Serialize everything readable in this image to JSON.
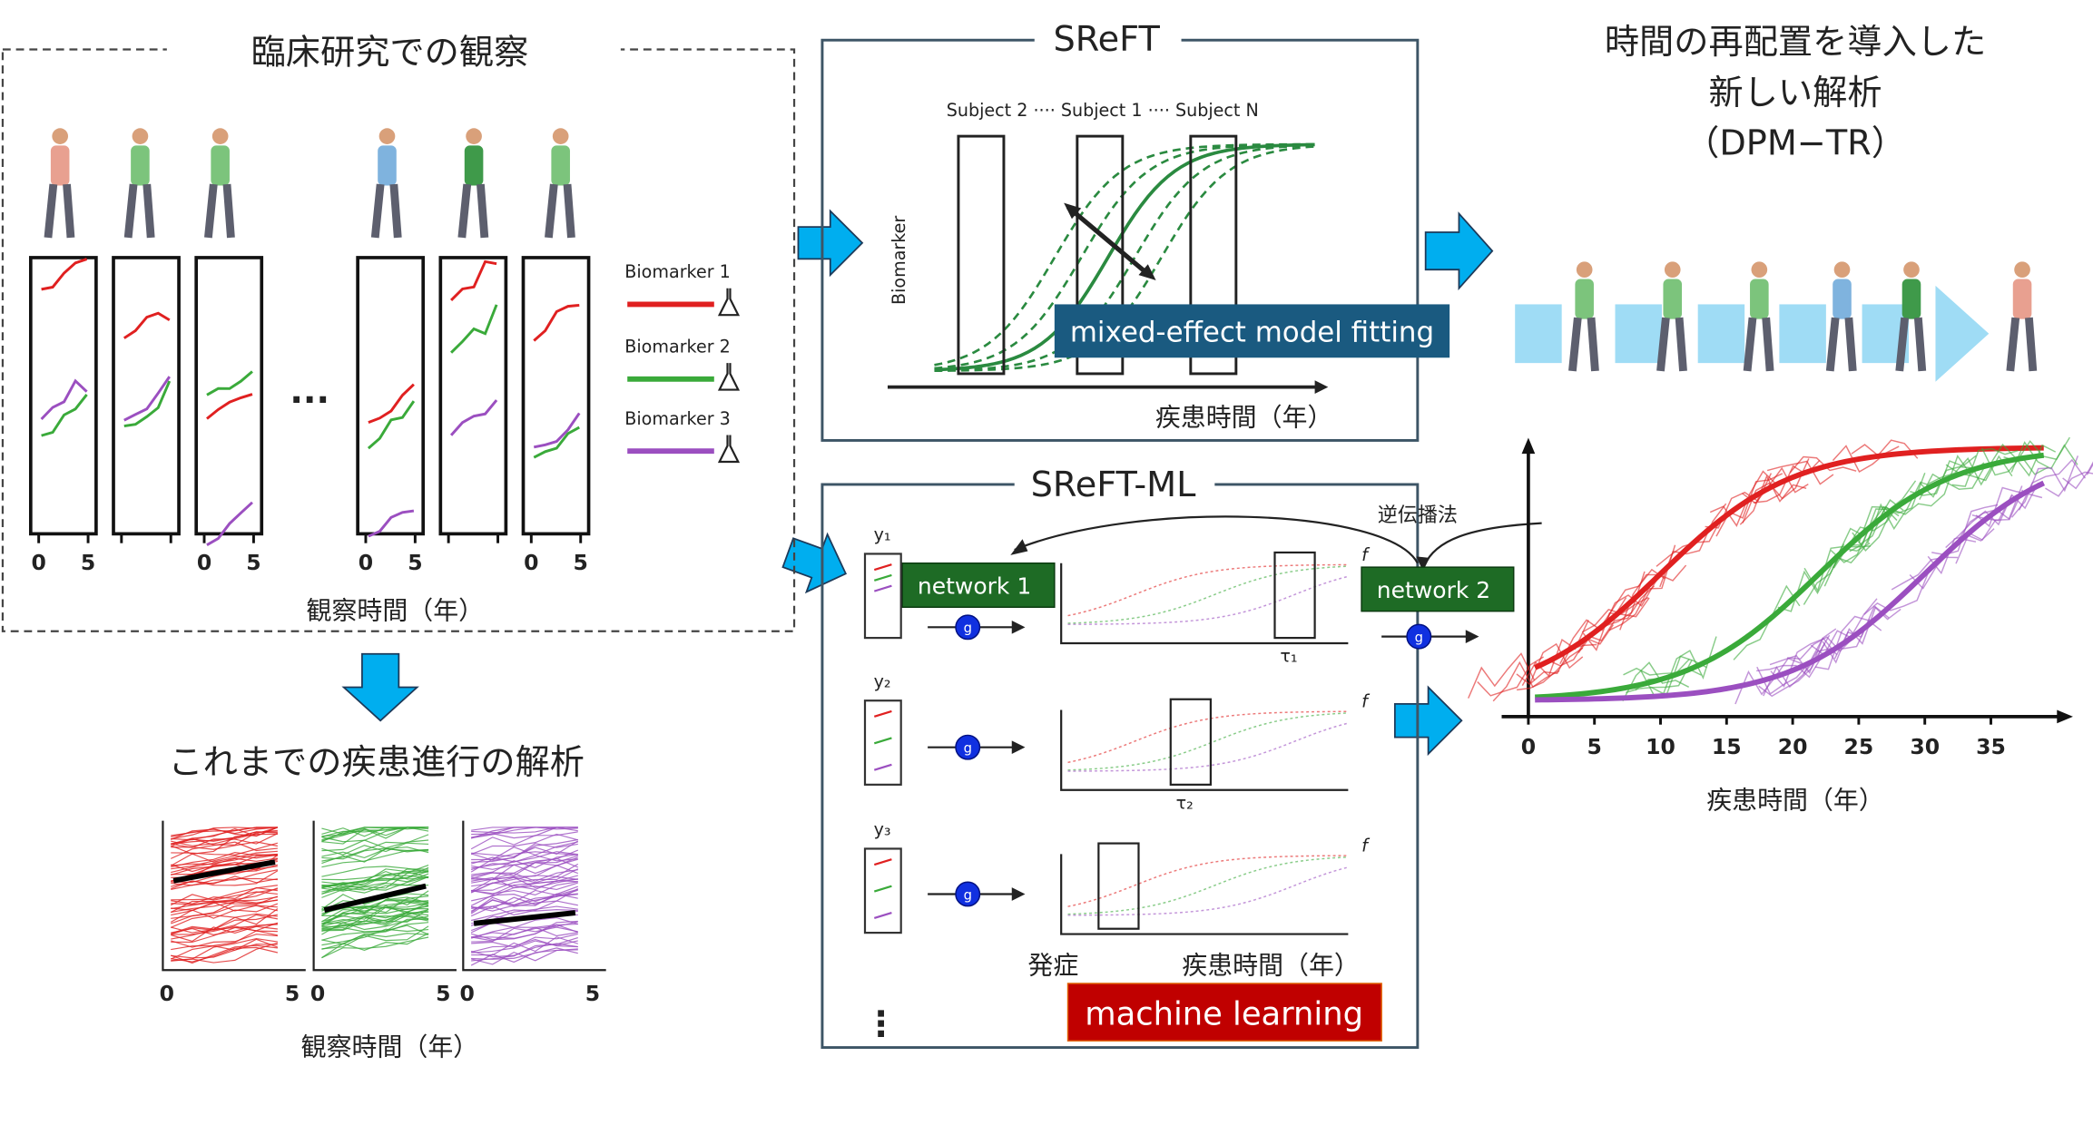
{
  "observation": {
    "title": "臨床研究での観察",
    "ellipsis": "...",
    "tick_labels": [
      "0",
      "5"
    ],
    "xlabel": "観察時間（年）",
    "legend": [
      {
        "label": "Biomarker 1",
        "color": "#e02020",
        "icon": "flask-icon"
      },
      {
        "label": "Biomarker 2",
        "color": "#3aaa3a",
        "icon": "microscope-icon"
      },
      {
        "label": "Biomarker 3",
        "color": "#9b4fc0",
        "icon": "scanner-icon"
      }
    ]
  },
  "conventional": {
    "title": "これまでの疾患進行の解析",
    "tick_labels": [
      "0",
      "5"
    ],
    "xlabel": "観察時間（年）"
  },
  "sreft": {
    "title": "SReFT",
    "subjects_label": "Subject 2 ···· Subject 1 ···· Subject N",
    "ylabel": "Biomarker",
    "xlabel": "疾患時間（年）",
    "badge": "mixed-effect model fitting",
    "badge_color": "#1a5a80"
  },
  "sreft_ml": {
    "title": "SReFT-ML",
    "backprop_label": "逆伝播法",
    "network1": "network 1",
    "network2": "network 2",
    "network_color": "#1e6b25",
    "g_label": "g",
    "rows": [
      {
        "y": "y₁",
        "tau": "τ₁"
      },
      {
        "y": "y₂",
        "tau": "τ₂"
      },
      {
        "y": "y₃",
        "tau": ""
      }
    ],
    "f_label": "f",
    "onset_label": "発症",
    "xlabel": "疾患時間（年）",
    "badge": "machine learning",
    "badge_color": "#c00000",
    "more": "⋮"
  },
  "dpm_tr": {
    "title_line1": "時間の再配置を導入した",
    "title_line2": "新しい解析",
    "title_line3": "（DPM−TR）",
    "xlabel": "疾患時間（年）",
    "x_ticks": [
      "0",
      "5",
      "10",
      "15",
      "20",
      "25",
      "30",
      "35"
    ]
  },
  "colors": {
    "arrow": "#00aeef",
    "red": "#e02020",
    "green": "#3aaa3a",
    "purple": "#9b4fc0"
  }
}
